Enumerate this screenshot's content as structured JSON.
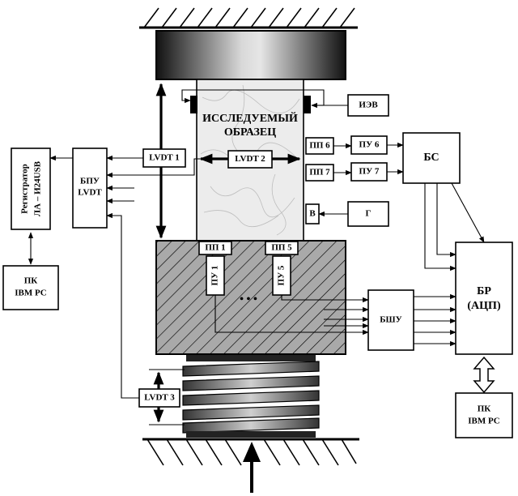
{
  "labels": {
    "sample_line1": "ИССЛЕДУЕМЫЙ",
    "sample_line2": "ОБРАЗЕЦ",
    "iev": "ИЭВ",
    "lvdt1": "LVDT 1",
    "lvdt2": "LVDT 2",
    "lvdt3": "LVDT 3",
    "pp6": "ПП 6",
    "pp7": "ПП 7",
    "pu6": "ПУ 6",
    "pu7": "ПУ 7",
    "bs": "БС",
    "v": "В",
    "g": "Г",
    "pp1": "ПП 1",
    "pp5": "ПП 5",
    "pu1": "ПУ 1",
    "pu5": "ПУ 5",
    "bshu": "БШУ",
    "br_line1": "БР",
    "br_line2": "(АЦП)",
    "registrator_line1": "Регистратор",
    "registrator_line2": "ЛА – И24USB",
    "bpu_line1": "БПУ",
    "bpu_line2": "LVDT",
    "pc_left_line1": "ПК",
    "pc_left_line2": "IBM PC",
    "pc_right_line1": "ПК",
    "pc_right_line2": "IBM PC",
    "dots": "• • •"
  }
}
